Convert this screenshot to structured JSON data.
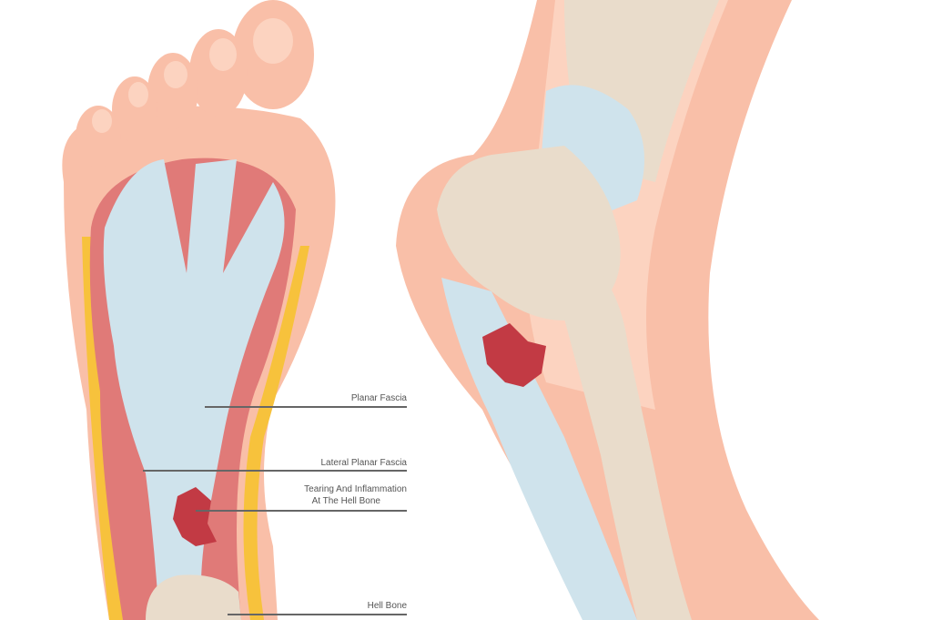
{
  "labels": {
    "planar_fascia": "Planar Fascia",
    "lateral_planar_fascia": "Lateral Planar Fascia",
    "tearing_line1": "Tearing And Inflammation",
    "tearing_line2": "At The Hell Bone",
    "hell_bone": "Hell Bone"
  },
  "colors": {
    "skin": "#f9bfa8",
    "skin_light": "#fcd3c0",
    "muscle": "#e07a78",
    "fascia": "#cfe3ec",
    "bone": "#e9dccb",
    "fat": "#f7c23c",
    "inflammation": "#c23a44"
  }
}
